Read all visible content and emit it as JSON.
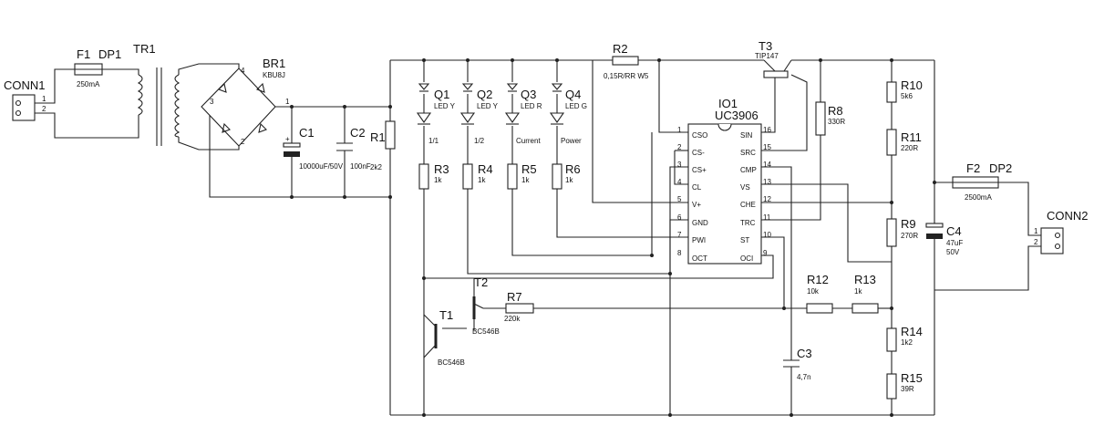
{
  "conn1": {
    "label": "CONN1",
    "pin1": "1",
    "pin2": "2"
  },
  "conn2": {
    "label": "CONN2",
    "pin1": "1",
    "pin2": "2"
  },
  "f1": {
    "ref": "F1",
    "holder": "DP1",
    "value": "250mA"
  },
  "f2": {
    "ref": "F2",
    "holder": "DP2",
    "value": "2500mA"
  },
  "tr1": {
    "ref": "TR1"
  },
  "br1": {
    "ref": "BR1",
    "value": "KBU8J",
    "p1": "1",
    "p2": "2",
    "p3": "3",
    "p4": "4"
  },
  "c1": {
    "ref": "C1",
    "value": "10000uF/50V"
  },
  "c2": {
    "ref": "C2",
    "value": "100nF"
  },
  "c3": {
    "ref": "C3",
    "value": "4,7n"
  },
  "c4": {
    "ref": "C4",
    "value": "47uF",
    "value2": "50V"
  },
  "r1": {
    "ref": "R1",
    "value": "2k2"
  },
  "r2": {
    "ref": "R2",
    "value": "0,15R/RR W5"
  },
  "r3": {
    "ref": "R3",
    "value": "1k"
  },
  "r4": {
    "ref": "R4",
    "value": "1k"
  },
  "r5": {
    "ref": "R5",
    "value": "1k"
  },
  "r6": {
    "ref": "R6",
    "value": "1k"
  },
  "r7": {
    "ref": "R7",
    "value": "220k"
  },
  "r8": {
    "ref": "R8",
    "value": "330R"
  },
  "r9": {
    "ref": "R9",
    "value": "270R"
  },
  "r10": {
    "ref": "R10",
    "value": "5k6"
  },
  "r11": {
    "ref": "R11",
    "value": "220R"
  },
  "r12": {
    "ref": "R12",
    "value": "10k"
  },
  "r13": {
    "ref": "R13",
    "value": "1k"
  },
  "r14": {
    "ref": "R14",
    "value": "1k2"
  },
  "r15": {
    "ref": "R15",
    "value": "39R"
  },
  "q1": {
    "ref": "Q1",
    "type": "LED Y",
    "caption": "1/1"
  },
  "q2": {
    "ref": "Q2",
    "type": "LED Y",
    "caption": "1/2"
  },
  "q3": {
    "ref": "Q3",
    "type": "LED R",
    "caption": "Current"
  },
  "q4": {
    "ref": "Q4",
    "type": "LED G",
    "caption": "Power"
  },
  "t1": {
    "ref": "T1",
    "value": "BC546B"
  },
  "t2": {
    "ref": "T2",
    "value": "BC546B"
  },
  "t3": {
    "ref": "T3",
    "value": "TIP147"
  },
  "ic": {
    "ref": "IO1",
    "part": "UC3906",
    "left_pins": [
      {
        "num": "1",
        "name": "CSO"
      },
      {
        "num": "2",
        "name": "CS-"
      },
      {
        "num": "3",
        "name": "CS+"
      },
      {
        "num": "4",
        "name": "CL"
      },
      {
        "num": "5",
        "name": "V+"
      },
      {
        "num": "6",
        "name": "GND"
      },
      {
        "num": "7",
        "name": "PWI"
      },
      {
        "num": "8",
        "name": "OCT"
      }
    ],
    "right_pins": [
      {
        "num": "16",
        "name": "SIN"
      },
      {
        "num": "15",
        "name": "SRC"
      },
      {
        "num": "14",
        "name": "CMP"
      },
      {
        "num": "13",
        "name": "VS"
      },
      {
        "num": "12",
        "name": "CHE"
      },
      {
        "num": "11",
        "name": "TRC"
      },
      {
        "num": "10",
        "name": "ST"
      },
      {
        "num": "9",
        "name": "OCI"
      }
    ]
  }
}
